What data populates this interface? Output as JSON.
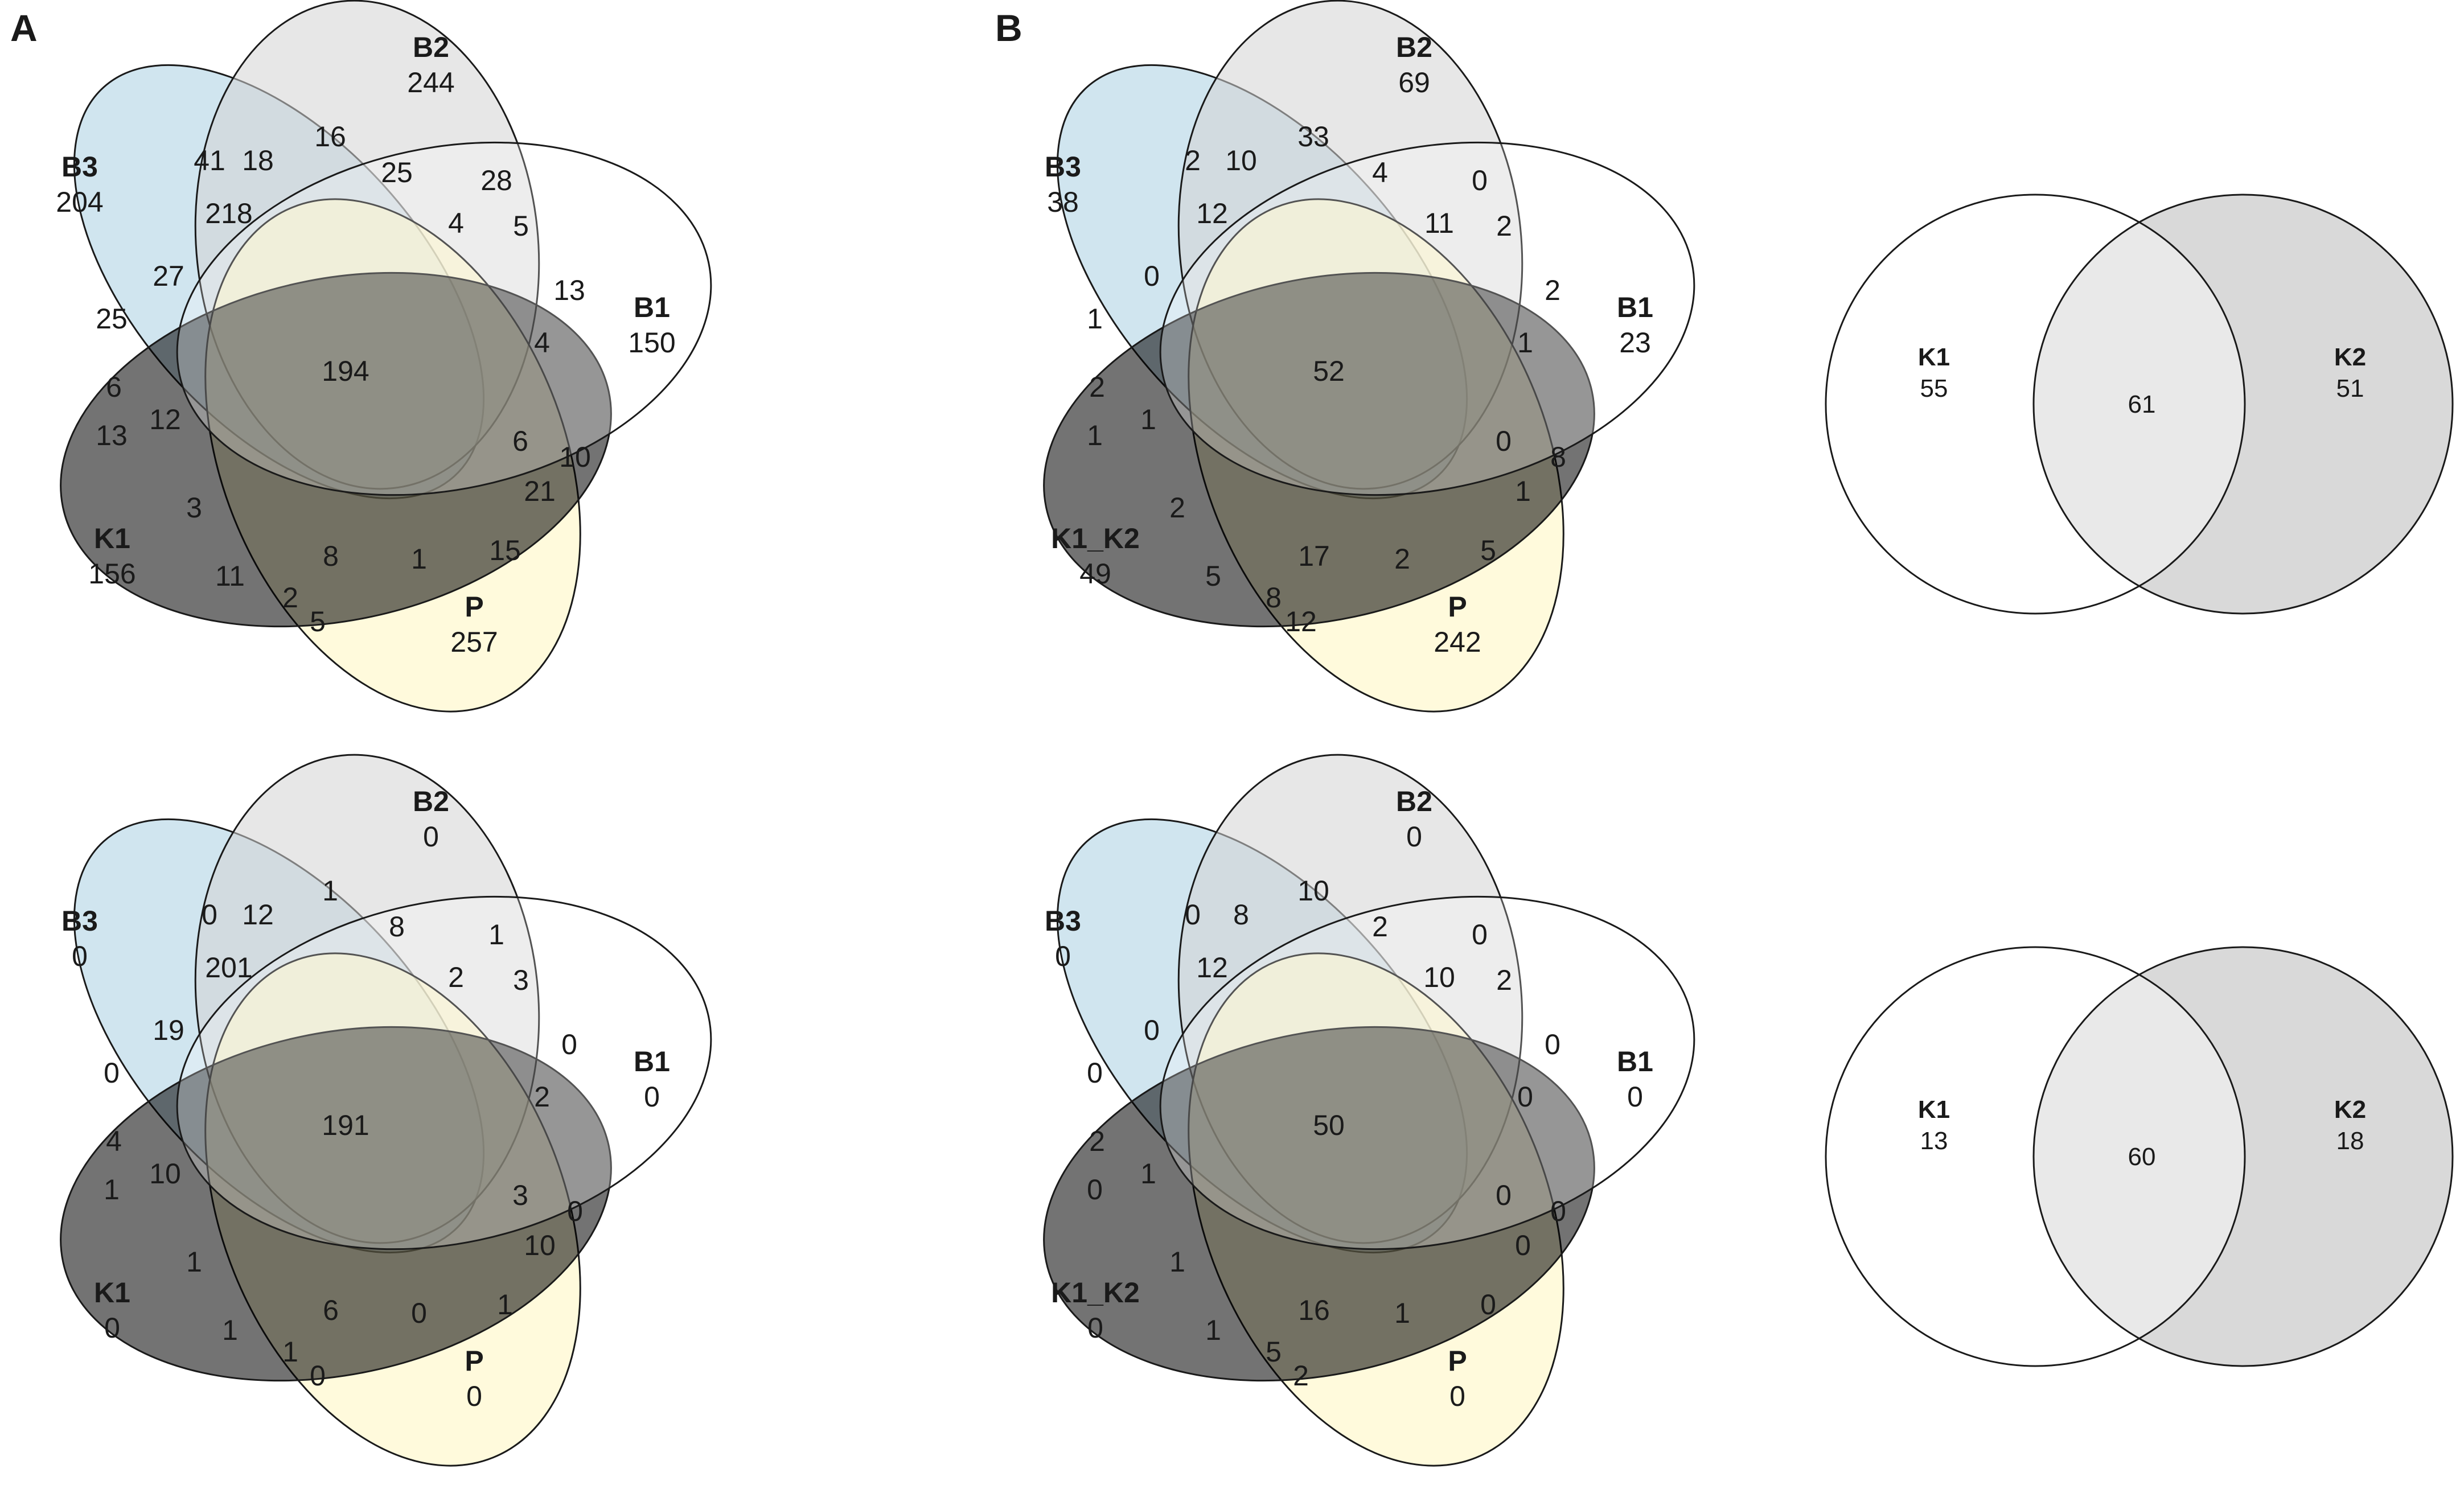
{
  "panels": {
    "A": "A",
    "B": "B"
  },
  "colors": {
    "B3": "#aacfe1",
    "B2": "#d4d4d4",
    "P": "#fff5c0",
    "K1": "#ec6f73",
    "B1": "#ffffff",
    "two_set_left": "#ffffff",
    "two_set_right": "#d9d9d9",
    "two_set_overlap": "#e9e9e9",
    "outline": "#1a1a1a"
  },
  "venn5": [
    {
      "id": "A-top",
      "sets": {
        "B3": {
          "label": "B3",
          "value": "204"
        },
        "B2": {
          "label": "B2",
          "value": "244"
        },
        "B1": {
          "label": "B1",
          "value": "150"
        },
        "K": {
          "label": "K1",
          "value": "156"
        },
        "P": {
          "label": "P",
          "value": "257"
        }
      },
      "regions": [
        "41",
        "18",
        "16",
        "25",
        "28",
        "218",
        "4",
        "5",
        "13",
        "27",
        "25",
        "194",
        "4",
        "6",
        "12",
        "6",
        "13",
        "10",
        "21",
        "3",
        "15",
        "8",
        "1",
        "11",
        "2",
        "5"
      ]
    },
    {
      "id": "A-bottom",
      "sets": {
        "B3": {
          "label": "B3",
          "value": "0"
        },
        "B2": {
          "label": "B2",
          "value": "0"
        },
        "B1": {
          "label": "B1",
          "value": "0"
        },
        "K": {
          "label": "K1",
          "value": "0"
        },
        "P": {
          "label": "P",
          "value": "0"
        }
      },
      "regions": [
        "0",
        "12",
        "1",
        "8",
        "1",
        "201",
        "2",
        "3",
        "0",
        "19",
        "0",
        "191",
        "2",
        "4",
        "10",
        "3",
        "1",
        "0",
        "10",
        "1",
        "1",
        "6",
        "0",
        "1",
        "1",
        "0"
      ]
    },
    {
      "id": "B-top",
      "sets": {
        "B3": {
          "label": "B3",
          "value": "38"
        },
        "B2": {
          "label": "B2",
          "value": "69"
        },
        "B1": {
          "label": "B1",
          "value": "23"
        },
        "K": {
          "label": "K1_K2",
          "value": "49"
        },
        "P": {
          "label": "P",
          "value": "242"
        }
      },
      "regions": [
        "2",
        "10",
        "33",
        "4",
        "0",
        "12",
        "11",
        "2",
        "2",
        "0",
        "1",
        "52",
        "1",
        "2",
        "1",
        "0",
        "1",
        "8",
        "1",
        "2",
        "5",
        "17",
        "2",
        "5",
        "8",
        "12"
      ]
    },
    {
      "id": "B-bottom",
      "sets": {
        "B3": {
          "label": "B3",
          "value": "0"
        },
        "B2": {
          "label": "B2",
          "value": "0"
        },
        "B1": {
          "label": "B1",
          "value": "0"
        },
        "K": {
          "label": "K1_K2",
          "value": "0"
        },
        "P": {
          "label": "P",
          "value": "0"
        }
      },
      "regions": [
        "0",
        "8",
        "10",
        "2",
        "0",
        "12",
        "10",
        "2",
        "0",
        "0",
        "0",
        "50",
        "0",
        "2",
        "1",
        "0",
        "0",
        "0",
        "0",
        "1",
        "0",
        "16",
        "1",
        "1",
        "5",
        "2"
      ]
    }
  ],
  "venn2": [
    {
      "id": "B-top-right",
      "left": {
        "label": "K1",
        "value": "55"
      },
      "overlap": "61",
      "right": {
        "label": "K2",
        "value": "51"
      }
    },
    {
      "id": "B-bottom-right",
      "left": {
        "label": "K1",
        "value": "13"
      },
      "overlap": "60",
      "right": {
        "label": "K2",
        "value": "18"
      }
    }
  ]
}
